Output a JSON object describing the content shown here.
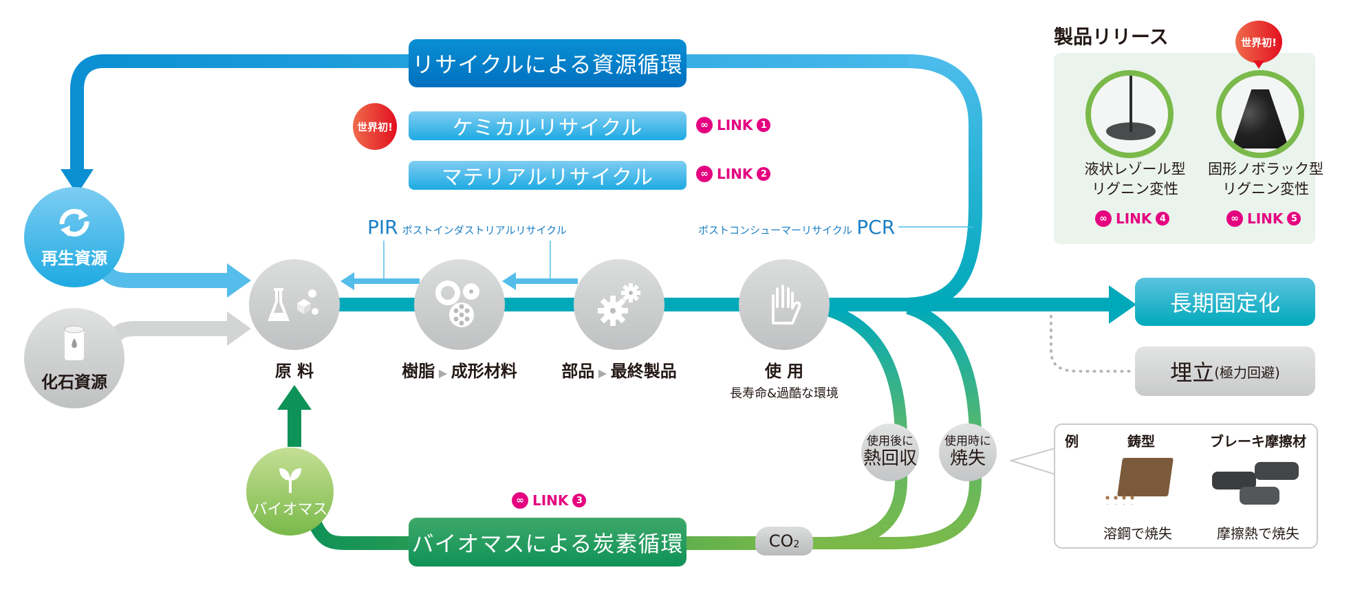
{
  "loops": {
    "recycle_title": "リサイクルによる資源循環",
    "chemical": "ケミカルリサイクル",
    "material": "マテリアルリサイクル",
    "biomass_title": "バイオマスによる炭素循環"
  },
  "badges": {
    "world_first": "世界初!"
  },
  "links": [
    {
      "label": "LINK",
      "num": "1"
    },
    {
      "label": "LINK",
      "num": "2"
    },
    {
      "label": "LINK",
      "num": "3"
    },
    {
      "label": "LINK",
      "num": "4"
    },
    {
      "label": "LINK",
      "num": "5"
    }
  ],
  "sources": {
    "renewable": "再生資源",
    "fossil": "化石資源",
    "biomass": "バイオマス"
  },
  "stages": [
    {
      "label": "原 料",
      "icon": "flask-icon"
    },
    {
      "label_a": "樹脂",
      "label_b": "成形材料",
      "icon": "pellets-icon"
    },
    {
      "label_a": "部品",
      "label_b": "最終製品",
      "icon": "gears-icon"
    },
    {
      "label": "使 用",
      "sub": "長寿命&過酷な環境",
      "icon": "hand-icon"
    }
  ],
  "pir": {
    "abbr": "PIR",
    "text": "ポストインダストリアルリサイクル"
  },
  "pcr": {
    "abbr": "PCR",
    "text": "ポストコンシューマーリサイクル"
  },
  "destinations": {
    "long_term": "長期固定化",
    "landfill": "埋立",
    "landfill_note": "(極力回避)"
  },
  "end_of_life": {
    "heat_recovery_top": "使用後に",
    "heat_recovery_main": "熱回収",
    "burnout_top": "使用時に",
    "burnout_main": "焼失",
    "co2": "CO",
    "co2_sub": "2"
  },
  "product_release": {
    "title": "製品リリース",
    "items": [
      {
        "line1": "液状レゾール型",
        "line2": "リグニン変性"
      },
      {
        "line1": "固形ノボラック型",
        "line2": "リグニン変性"
      }
    ]
  },
  "examples": {
    "label": "例",
    "items": [
      {
        "title": "鋳型",
        "caption": "溶鋼で焼失"
      },
      {
        "title": "ブレーキ摩擦材",
        "caption": "摩擦熱で焼失"
      }
    ]
  },
  "colors": {
    "recycle_blue": "#0070c0",
    "light_blue": "#1eaae2",
    "teal": "#00a9ba",
    "green": "#0f9257",
    "lime": "#7ab94a",
    "link_pink": "#e4007f",
    "badge_red": "#e2101f"
  }
}
